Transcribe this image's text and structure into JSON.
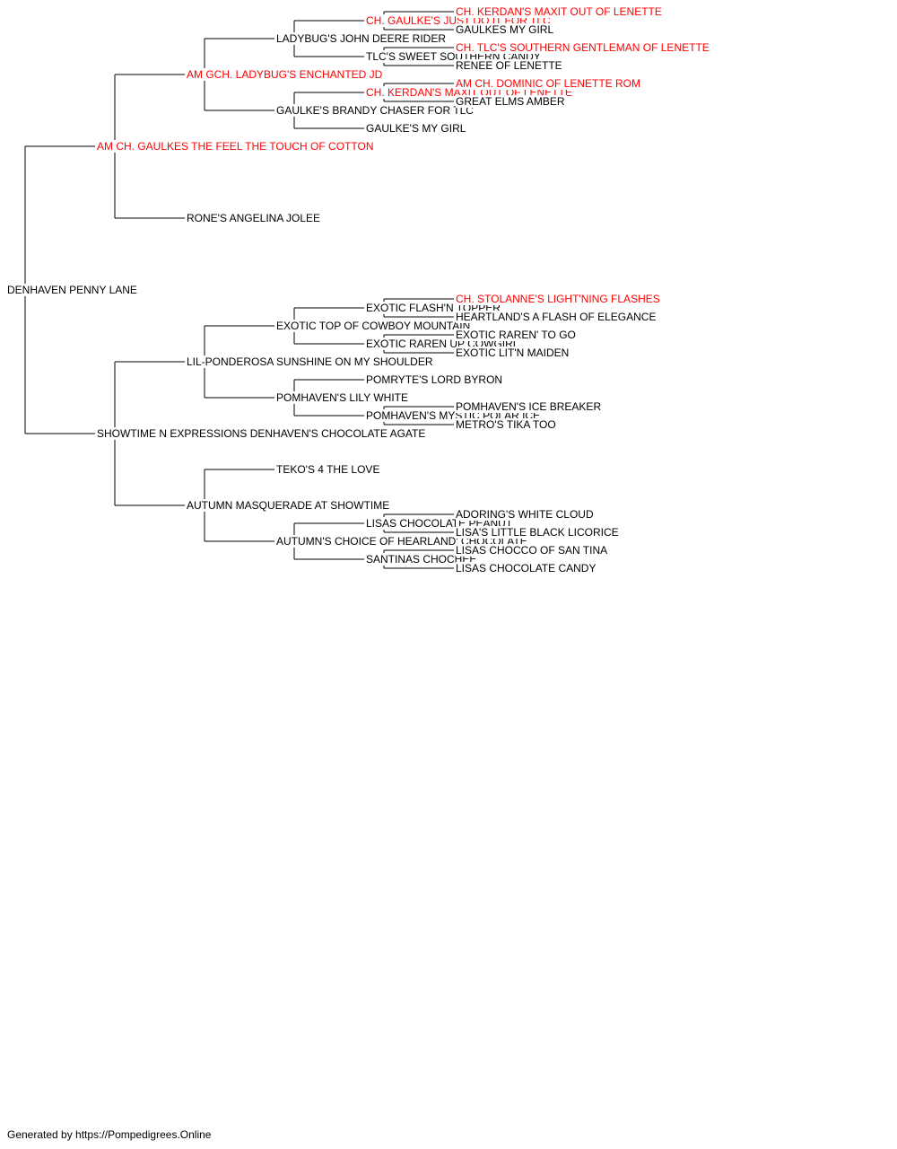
{
  "colors": {
    "champion": "#ff0000",
    "normal": "#000000",
    "line": "#000000"
  },
  "pedigree": {
    "name": "DENHAVEN PENNY LANE",
    "champion": false,
    "sire": {
      "name": "AM CH. GAULKES THE FEEL THE TOUCH OF COTTON",
      "champion": true,
      "sire": {
        "name": "AM GCH. LADYBUG'S ENCHANTED JD",
        "champion": true,
        "sire": {
          "name": "LADYBUG'S JOHN DEERE RIDER",
          "champion": false,
          "sire": {
            "name": "CH. GAULKE'S JUST DO IT FOR TLC",
            "champion": true,
            "sire": {
              "name": "CH. KERDAN'S MAXIT OUT OF LENETTE",
              "champion": true
            },
            "dam": {
              "name": "GAULKES MY GIRL",
              "champion": false
            }
          },
          "dam": {
            "name": "TLC'S SWEET SOUTHERN CANDY",
            "champion": false,
            "sire": {
              "name": "CH. TLC'S SOUTHERN GENTLEMAN OF LENETTE",
              "champion": true
            },
            "dam": {
              "name": "RENEE OF LENETTE",
              "champion": false
            }
          }
        },
        "dam": {
          "name": "GAULKE'S BRANDY CHASER FOR TLC",
          "champion": false,
          "sire": {
            "name": "CH. KERDAN'S MAXIT OUT OF LENETTE",
            "champion": true,
            "sire": {
              "name": "AM CH. DOMINIC OF LENETTE ROM",
              "champion": true
            },
            "dam": {
              "name": "GREAT ELMS AMBER",
              "champion": false
            }
          },
          "dam": {
            "name": "GAULKE'S MY GIRL",
            "champion": false
          }
        }
      },
      "dam": {
        "name": "RONE'S ANGELINA JOLEE",
        "champion": false
      }
    },
    "dam": {
      "name": "SHOWTIME N EXPRESSIONS DENHAVEN'S CHOCOLATE AGATE",
      "champion": false,
      "sire": {
        "name": "LIL-PONDEROSA SUNSHINE ON MY SHOULDER",
        "champion": false,
        "sire": {
          "name": "EXOTIC TOP OF COWBOY MOUNTAIN",
          "champion": false,
          "sire": {
            "name": "EXOTIC FLASH'N TOPPER",
            "champion": false,
            "sire": {
              "name": "CH. STOLANNE'S LIGHT'NING FLASHES",
              "champion": true
            },
            "dam": {
              "name": "HEARTLAND'S A FLASH OF ELEGANCE",
              "champion": false
            }
          },
          "dam": {
            "name": "EXOTIC RAREN UP COWGIRL",
            "champion": false,
            "sire": {
              "name": "EXOTIC RAREN' TO GO",
              "champion": false
            },
            "dam": {
              "name": "EXOTIC LIT'N MAIDEN",
              "champion": false
            }
          }
        },
        "dam": {
          "name": "POMHAVEN'S LILY WHITE",
          "champion": false,
          "sire": {
            "name": "POMRYTE'S LORD BYRON",
            "champion": false
          },
          "dam": {
            "name": "POMHAVEN'S MYSTIC POLAR ICE",
            "champion": false,
            "sire": {
              "name": "POMHAVEN'S ICE BREAKER",
              "champion": false
            },
            "dam": {
              "name": "METRO'S TIKA TOO",
              "champion": false
            }
          }
        }
      },
      "dam": {
        "name": "AUTUMN MASQUERADE AT SHOWTIME",
        "champion": false,
        "sire": {
          "name": "TEKO'S 4 THE LOVE",
          "champion": false
        },
        "dam": {
          "name": "AUTUMN'S CHOICE OF HEARLAND' CHOCOLATE",
          "champion": false,
          "sire": {
            "name": "LISAS CHOCOLATE PEANUT",
            "champion": false,
            "sire": {
              "name": "ADORING'S WHITE CLOUD",
              "champion": false
            },
            "dam": {
              "name": "LISA'S LITTLE BLACK LICORICE",
              "champion": false
            }
          },
          "dam": {
            "name": "SANTINAS CHOCHEE",
            "champion": false,
            "sire": {
              "name": "LISAS CHOCCO OF SAN TINA",
              "champion": false
            },
            "dam": {
              "name": "LISAS CHOCOLATE CANDY",
              "champion": false
            }
          }
        }
      }
    }
  },
  "footer": {
    "text": "Generated by https://Pompedigrees.Online"
  }
}
